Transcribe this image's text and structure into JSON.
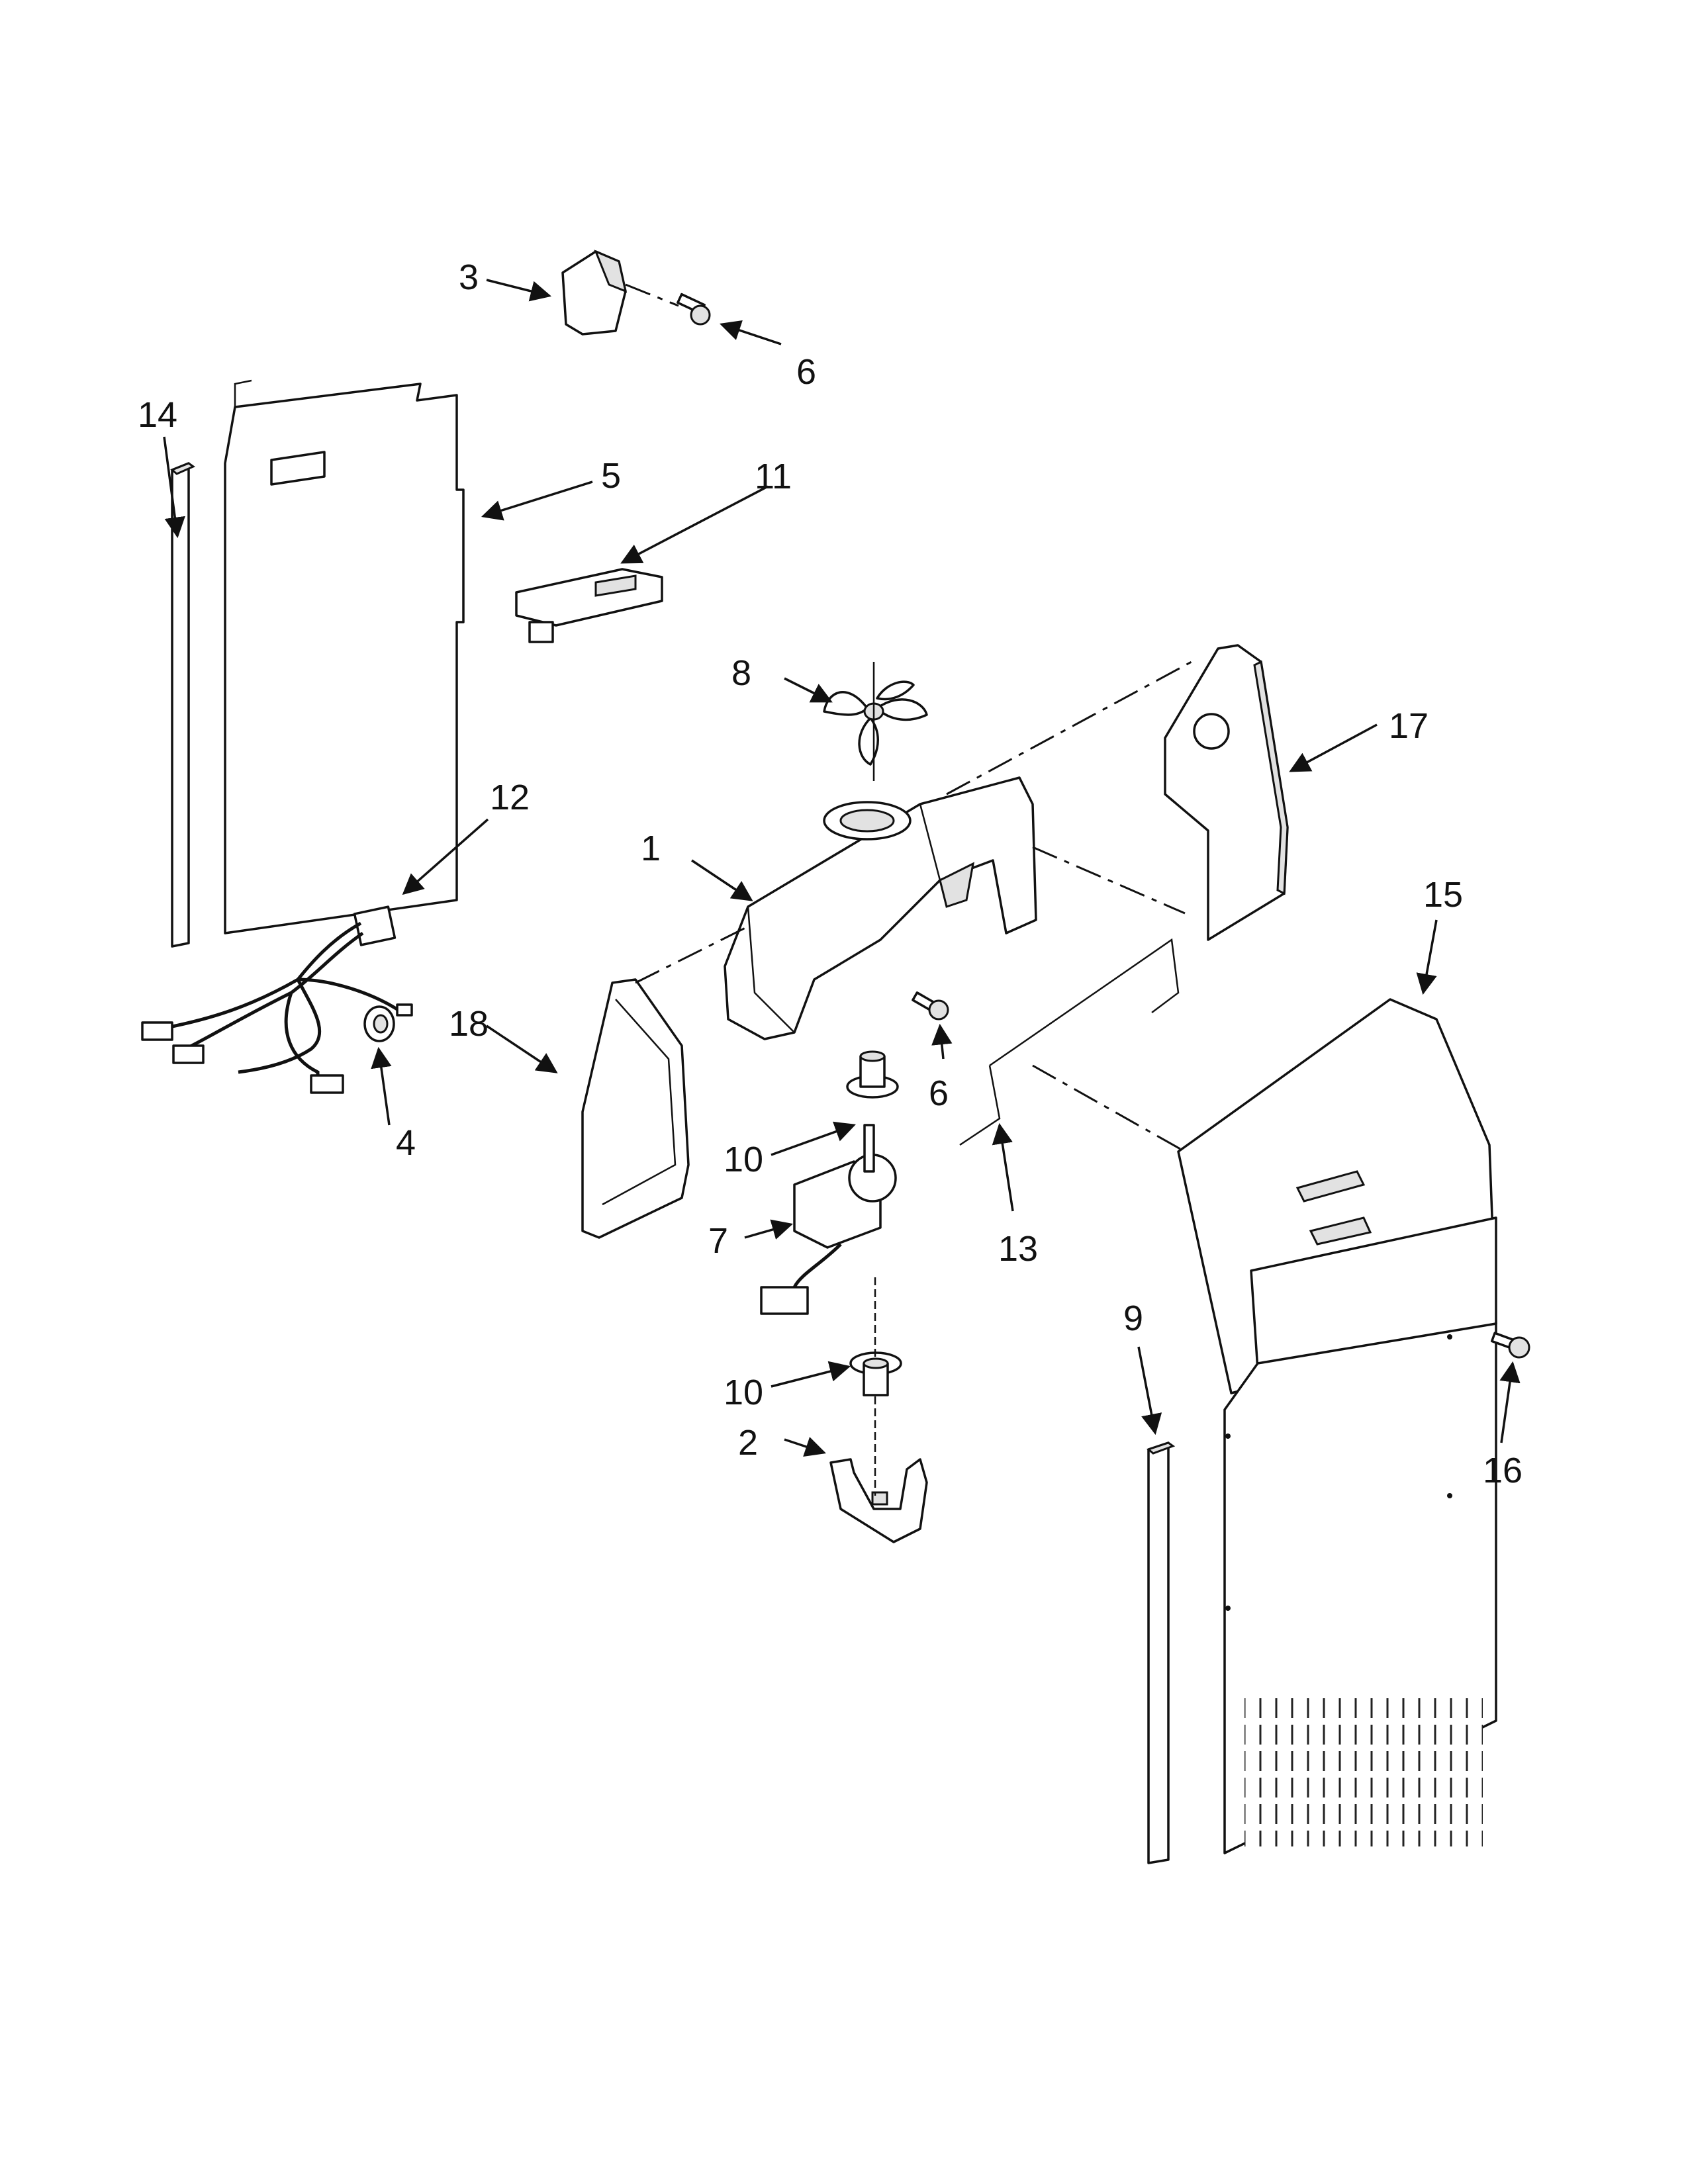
{
  "callouts": {
    "c1": "1",
    "c2": "2",
    "c3": "3",
    "c4": "4",
    "c5": "5",
    "c6a": "6",
    "c6b": "6",
    "c7": "7",
    "c8": "8",
    "c9": "9",
    "c10a": "10",
    "c10b": "10",
    "c11": "11",
    "c12": "12",
    "c13": "13",
    "c14": "14",
    "c15": "15",
    "c16": "16",
    "c17": "17",
    "c18": "18"
  }
}
